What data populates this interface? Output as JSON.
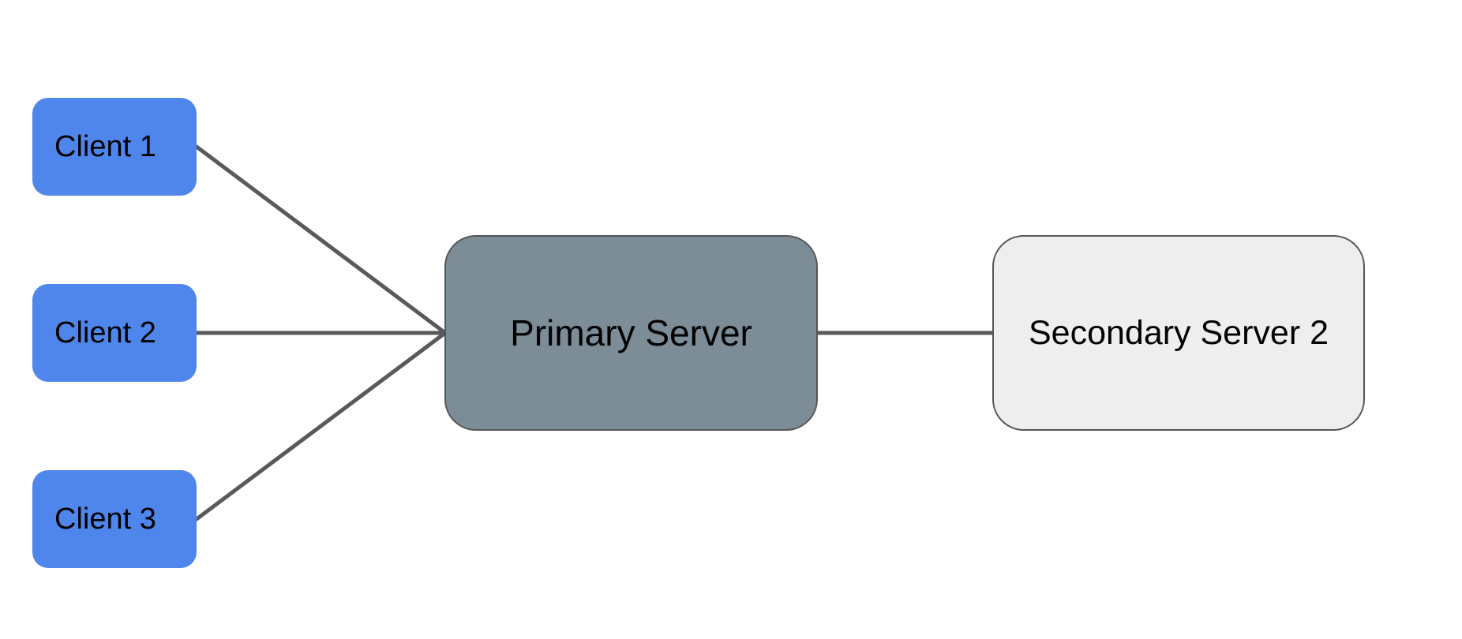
{
  "colors": {
    "client_fill": "#4f86ec",
    "primary_fill": "#7d8d98",
    "secondary_fill": "#eeeeee",
    "connector": "#595959",
    "node_border": "#555555",
    "text": "#000000"
  },
  "nodes": {
    "client_1": "Client 1",
    "client_2": "Client 2",
    "client_3": "Client 3",
    "primary": "Primary Server",
    "secondary": "Secondary Server 2"
  },
  "edges": [
    {
      "from": "Client 1",
      "to": "Primary Server"
    },
    {
      "from": "Client 2",
      "to": "Primary Server"
    },
    {
      "from": "Client 3",
      "to": "Primary Server"
    },
    {
      "from": "Primary Server",
      "to": "Secondary Server 2"
    }
  ]
}
